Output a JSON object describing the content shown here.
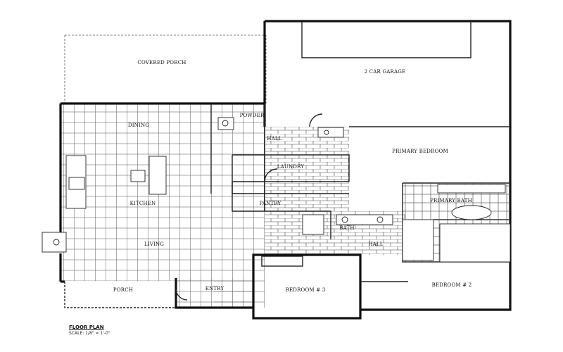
{
  "plan": {
    "rooms": {
      "covered_porch": "COVERED PORCH",
      "garage": "2 CAR GARAGE",
      "powder": "POWDER",
      "dining": "DINING",
      "hall_upper": "HALL",
      "primary_bedroom": "PRIMARY BEDROOM",
      "laundry": "LAUNDRY",
      "kitchen": "KITCHEN",
      "pantry": "PANTRY",
      "primary_bath": "PRIMARY BATH",
      "bath": "BATH",
      "living": "LIVING",
      "hall_lower": "HALL",
      "porch": "PORCH",
      "entry": "ENTRY",
      "bedroom3": "BEDROOM # 3",
      "bedroom2": "BEDROOM # 2"
    },
    "caption": {
      "title": "FLOOR PLAN",
      "scale": "SCALE: 1/8\" = 1'-0\""
    }
  }
}
